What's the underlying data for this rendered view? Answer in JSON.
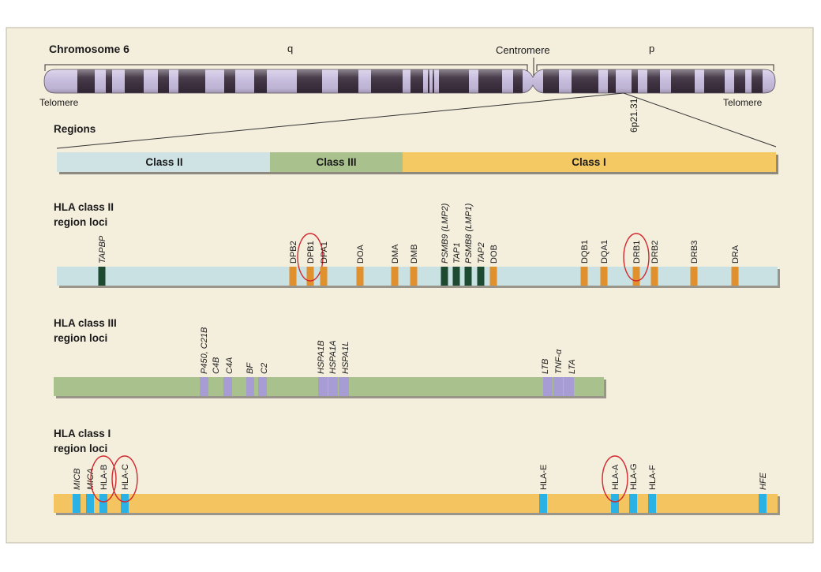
{
  "title": "Chromosome 6",
  "chromosome": {
    "q_label": "q",
    "centromere_label": "Centromere",
    "p_label": "p",
    "telomere_left": "Telomere",
    "telomere_right": "Telomere",
    "band_label": "6p21.31",
    "light_band_color": "#c8bddf",
    "dark_band_color": "#3b2e3e"
  },
  "regions": {
    "heading": "Regions",
    "items": [
      {
        "label": "Class II",
        "color": "#cfe3e5"
      },
      {
        "label": "Class III",
        "color": "#a9c18c"
      },
      {
        "label": "Class I",
        "color": "#f4c862"
      }
    ]
  },
  "highlight_color": "#d2282e",
  "class2": {
    "heading": [
      "HLA class II",
      "region loci"
    ],
    "bar_color": "#c9e1e3",
    "genes": [
      {
        "name": "TAPBP",
        "italic": true,
        "marker_color": "#1d4a30"
      },
      {
        "name": "DPB2",
        "marker_color": "#e0902c"
      },
      {
        "name": "DPB1",
        "marker_color": "#e0902c",
        "circled": true
      },
      {
        "name": "DPA1",
        "marker_color": "#e0902c"
      },
      {
        "name": "DOA",
        "marker_color": "#e0902c"
      },
      {
        "name": "DMA",
        "marker_color": "#e0902c"
      },
      {
        "name": "DMB",
        "marker_color": "#e0902c"
      },
      {
        "name": "PSMB9 (LMP2)",
        "italic": true,
        "marker_color": "#1d4a30"
      },
      {
        "name": "TAP1",
        "italic": true,
        "marker_color": "#1d4a30"
      },
      {
        "name": "PSMB8 (LMP1)",
        "italic": true,
        "marker_color": "#1d4a30"
      },
      {
        "name": "TAP2",
        "italic": true,
        "marker_color": "#1d4a30"
      },
      {
        "name": "DOB",
        "marker_color": "#e0902c"
      },
      {
        "name": "DQB1",
        "marker_color": "#e0902c"
      },
      {
        "name": "DQA1",
        "marker_color": "#e0902c"
      },
      {
        "name": "DRB1",
        "marker_color": "#e0902c",
        "circled": true
      },
      {
        "name": "DRB2",
        "marker_color": "#e0902c"
      },
      {
        "name": "DRB3",
        "marker_color": "#e0902c"
      },
      {
        "name": "DRA",
        "marker_color": "#e0902c"
      }
    ]
  },
  "class3": {
    "heading": [
      "HLA class III",
      "region loci"
    ],
    "bar_color": "#a9c18c",
    "marker_color": "#a79cd4",
    "genes": [
      {
        "name": "P450, C21B",
        "italic": true
      },
      {
        "name": "C4B",
        "italic": true
      },
      {
        "name": "C4A",
        "italic": true
      },
      {
        "name": "BF",
        "italic": true
      },
      {
        "name": "C2",
        "italic": true
      },
      {
        "name": "HSPA1B",
        "italic": true
      },
      {
        "name": "HSPA1A",
        "italic": true
      },
      {
        "name": "HSPA1L",
        "italic": true
      },
      {
        "name": "LTB",
        "italic": true
      },
      {
        "name": "TNF-α",
        "italic": true
      },
      {
        "name": "LTA",
        "italic": true
      }
    ]
  },
  "class1": {
    "heading": [
      "HLA class I",
      "region loci"
    ],
    "bar_color": "#f3c45f",
    "marker_color": "#29b2e3",
    "genes": [
      {
        "name": "MICB",
        "italic": true
      },
      {
        "name": "MICA",
        "italic": true
      },
      {
        "name": "HLA-B",
        "circled": true
      },
      {
        "name": "HLA-C",
        "circled": true
      },
      {
        "name": "HLA-E"
      },
      {
        "name": "HLA-A",
        "circled": true
      },
      {
        "name": "HLA-G"
      },
      {
        "name": "HLA-F"
      },
      {
        "name": "HFE",
        "italic": true
      }
    ]
  }
}
